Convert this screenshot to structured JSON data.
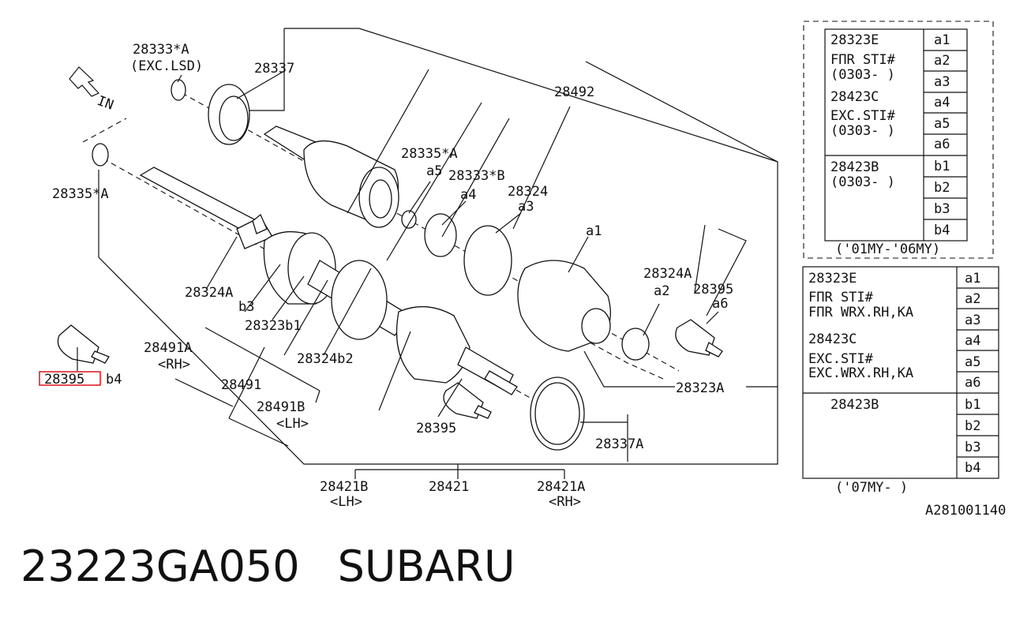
{
  "callouts": {
    "c28333A": "28333*A",
    "cEXCLSD": "(EXC.LSD)",
    "c28337": "28337",
    "cIN": "IN",
    "c28492": "28492",
    "c28335A_top": "28335*A",
    "c_a5": "a5",
    "c28333B": "28333*B",
    "c_a4": "a4",
    "c28324": "28324",
    "c_a3": "a3",
    "c28335A_left": "28335*A",
    "c_a1": "a1",
    "c28324A_right": "28324A",
    "c_a2": "a2",
    "c28395_right": "28395",
    "c_a6": "a6",
    "c28324A_left": "28324A",
    "c_b3": "b3",
    "c28323b1": "28323b1",
    "c28491A": "28491A",
    "cRH1": "<RH>",
    "c28324b2": "28324b2",
    "c28395_left": "28395",
    "c_b4": "b4",
    "c28491": "28491",
    "c28491B": "28491B",
    "cLH1": "<LH>",
    "c28323A": "28323A",
    "c28395_mid": "28395",
    "c28337A": "28337A",
    "c28421B": "28421B",
    "cLH2": "<LH>",
    "c28421": "28421",
    "c28421A": "28421A",
    "cRH2": "<RH>"
  },
  "table_top": {
    "rows": [
      {
        "left": "28323E",
        "code": "a1"
      },
      {
        "left": "FΠR STI#",
        "code": "a2"
      },
      {
        "left": "(0303- )",
        "code": "a3"
      },
      {
        "left": "28423C",
        "code": "a4"
      },
      {
        "left": "EXC.STI#",
        "code": "a5"
      },
      {
        "left": "(0303- )",
        "code": "a6"
      },
      {
        "left": "28423B",
        "code": "b1"
      },
      {
        "left": "(0303- )",
        "code": "b2"
      },
      {
        "left": "",
        "code": "b3"
      },
      {
        "left": "",
        "code": "b4"
      }
    ],
    "caption": "('01MY-'06MY)"
  },
  "table_bottom": {
    "rows": [
      {
        "left": "28323E",
        "code": "a1"
      },
      {
        "left": "FΠR STI#",
        "code": "a2"
      },
      {
        "left": "FΠR WRX.RH,KA",
        "code": "a3"
      },
      {
        "left": "28423C",
        "code": "a4"
      },
      {
        "left": "EXC.STI#",
        "code": "a5"
      },
      {
        "left": "EXC.WRX.RH,KA",
        "code": "a6"
      },
      {
        "left": "28423B",
        "code": "b1"
      },
      {
        "left": "",
        "code": "b2"
      },
      {
        "left": "",
        "code": "b3"
      },
      {
        "left": "",
        "code": "b4"
      }
    ],
    "caption": "('07MY-    )"
  },
  "diagram_id": "A281001140",
  "footer": {
    "part_number": "23223GA050",
    "brand": "SUBARU"
  },
  "colors": {
    "highlight": "#e0202a",
    "ink": "#111111"
  }
}
